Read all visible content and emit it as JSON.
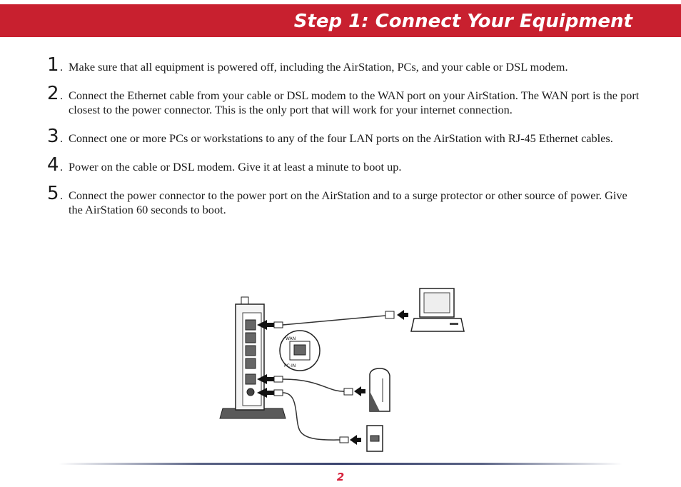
{
  "header": {
    "title": "Step 1:  Connect Your Equipment"
  },
  "steps": [
    {
      "num": "1",
      "text": "Make sure that all equipment is powered off, including the AirStation, PCs, and your cable or DSL modem."
    },
    {
      "num": "2",
      "text": "Connect the Ethernet cable from your cable or DSL modem to the WAN port on your AirStation.  The WAN port is the port closest to the power connector.  This is the only port that will work for your internet connection."
    },
    {
      "num": "3",
      "text": "Connect one or more PCs or workstations to any of the four LAN ports on the AirStation with RJ-45 Ethernet cables."
    },
    {
      "num": "4",
      "text": "Power on the cable or DSL modem.  Give it at least a minute to boot up."
    },
    {
      "num": "5",
      "text": "Connect the power connector to the power port on the AirStation and to a surge protector or other source of power.  Give the AirStation 60 seconds to boot."
    }
  ],
  "diagram": {
    "wan_label": "WAN",
    "pcin_label": "PC-IN"
  },
  "footer": {
    "page_number": "2"
  },
  "colors": {
    "header_bg": "#c8202f",
    "page_number": "#d6203a"
  }
}
